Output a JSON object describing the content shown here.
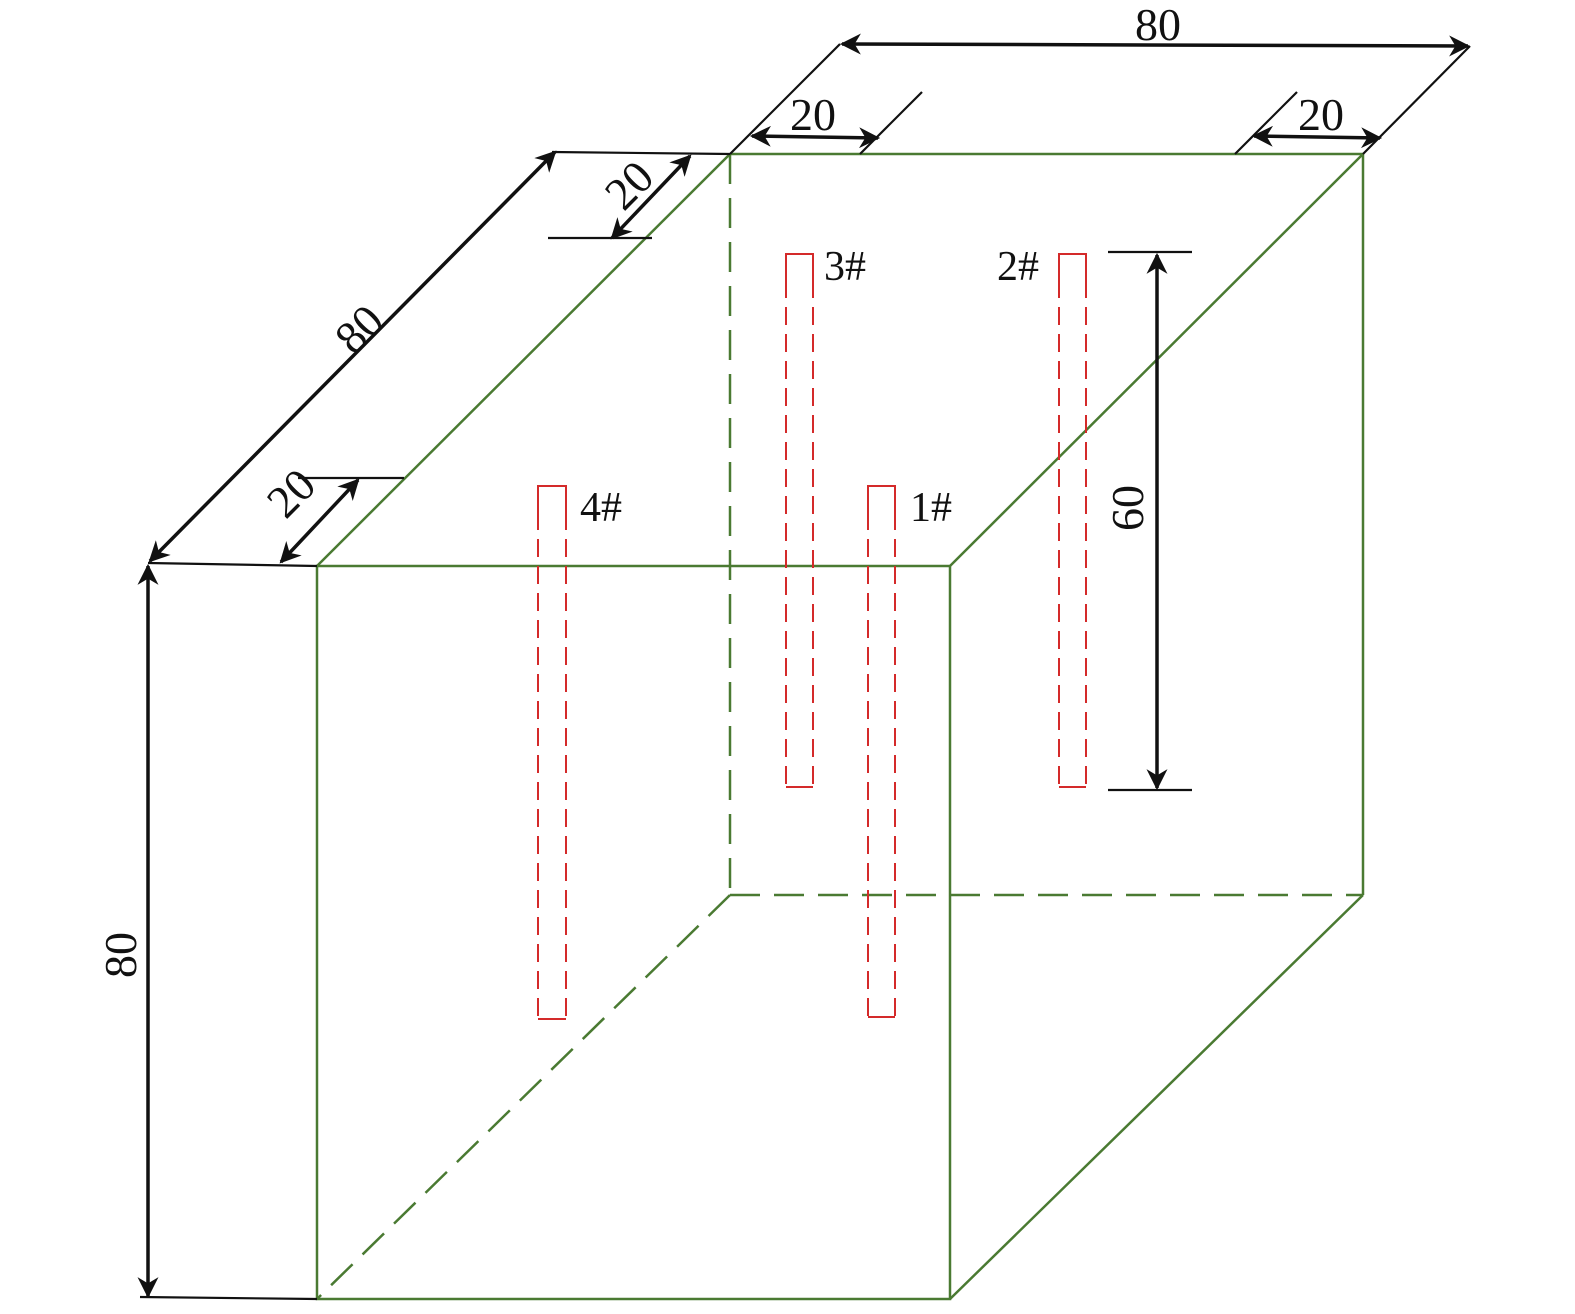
{
  "diagram": {
    "dimensions": {
      "top_width": "80",
      "top_left_offset": "20",
      "top_right_offset": "20",
      "depth": "80",
      "depth_back_offset": "20",
      "depth_front_offset": "20",
      "height": "80",
      "hole_length": "60"
    },
    "holes": [
      {
        "label": "1#"
      },
      {
        "label": "2#"
      },
      {
        "label": "3#"
      },
      {
        "label": "4#"
      }
    ],
    "colors": {
      "cube_edge": "#4a7a32",
      "hole": "#d42a2a",
      "dimension": "#111111"
    }
  }
}
